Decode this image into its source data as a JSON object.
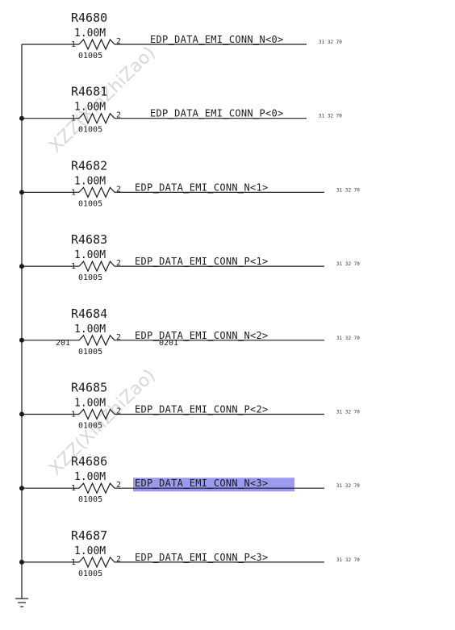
{
  "watermarks": [
    "XZZ(XinZhiZao)",
    "XZZ(XinZhiZao)"
  ],
  "rows": [
    {
      "designator": "R4680",
      "value": "1.00M",
      "package": "01005",
      "pin_left": "1",
      "pin_right": "2",
      "net": "EDP_DATA_EMI_CONN_N<0>",
      "refs": "31 32 70",
      "highlight": false,
      "alt_pins": false
    },
    {
      "designator": "R4681",
      "value": "1.00M",
      "package": "01005",
      "pin_left": "1",
      "pin_right": "2",
      "net": "EDP_DATA_EMI_CONN_P<0>",
      "refs": "31 32 70",
      "highlight": false,
      "alt_pins": false
    },
    {
      "designator": "R4682",
      "value": "1.00M",
      "package": "01005",
      "pin_left": "1",
      "pin_right": "2",
      "net": "EDP_DATA_EMI_CONN_N<1>",
      "refs": "31 32 70",
      "highlight": false,
      "alt_pins": false
    },
    {
      "designator": "R4683",
      "value": "1.00M",
      "package": "01005",
      "pin_left": "1",
      "pin_right": "2",
      "net": "EDP_DATA_EMI_CONN_P<1>",
      "refs": "31 32 70",
      "highlight": false,
      "alt_pins": false
    },
    {
      "designator": "R4684",
      "value": "1.00M",
      "package": "01005",
      "pin_left": "201",
      "pin_right": "2",
      "pin_extra": "0201",
      "net": "EDP_DATA_EMI_CONN_N<2>",
      "refs": "31 32 70",
      "highlight": false,
      "alt_pins": true
    },
    {
      "designator": "R4685",
      "value": "1.00M",
      "package": "01005",
      "pin_left": "1",
      "pin_right": "2",
      "net": "EDP_DATA_EMI_CONN_P<2>",
      "refs": "31 32 70",
      "highlight": false,
      "alt_pins": false
    },
    {
      "designator": "R4686",
      "value": "1.00M",
      "package": "01005",
      "pin_left": "1",
      "pin_right": "2",
      "net": "EDP_DATA_EMI_CONN_N<3>",
      "refs": "31 32 70",
      "highlight": true,
      "alt_pins": false
    },
    {
      "designator": "R4687",
      "value": "1.00M",
      "package": "01005",
      "pin_left": "1",
      "pin_right": "2",
      "net": "EDP_DATA_EMI_CONN_P<3>",
      "refs": "31 32 70",
      "highlight": false,
      "alt_pins": false
    }
  ],
  "colors": {
    "wire": "#1a1a1a",
    "highlight": "#9a9af0",
    "watermark": "#d8d8d8"
  }
}
